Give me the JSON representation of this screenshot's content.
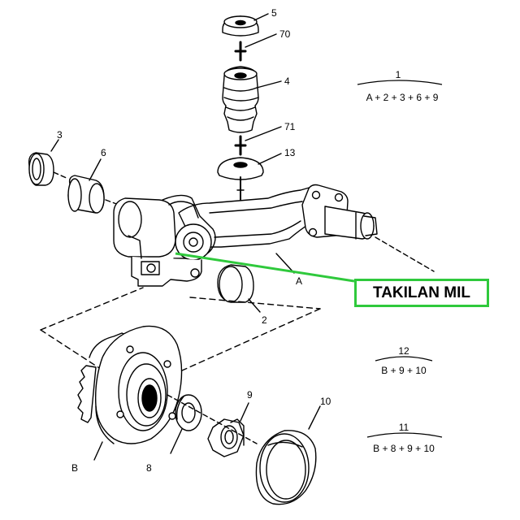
{
  "part_labels": {
    "p5": "5",
    "p70": "70",
    "p4": "4",
    "p71": "71",
    "p13": "13",
    "p3": "3",
    "p6": "6",
    "pA": "A",
    "p2": "2",
    "p9": "9",
    "p10": "10",
    "pB": "B",
    "p8": "8"
  },
  "formulas": [
    {
      "number": "1",
      "text": "A + 2 + 3 + 6 + 9"
    },
    {
      "number": "12",
      "text": "B + 9 + 10"
    },
    {
      "number": "11",
      "text": "B + 8 + 9 + 10"
    }
  ],
  "callout": {
    "text": "TAKILAN MIL",
    "color": "#2fc93c"
  }
}
